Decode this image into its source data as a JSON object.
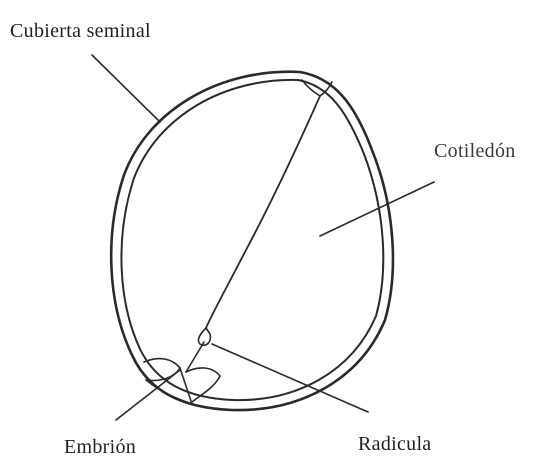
{
  "labels": {
    "seed_coat": "Cubierta seminal",
    "cotyledon": "Cotiledón",
    "embryo": "Embrión",
    "radicle": "Radicula"
  },
  "colors": {
    "ink": "#2a2a2a",
    "background": "#ffffff"
  }
}
